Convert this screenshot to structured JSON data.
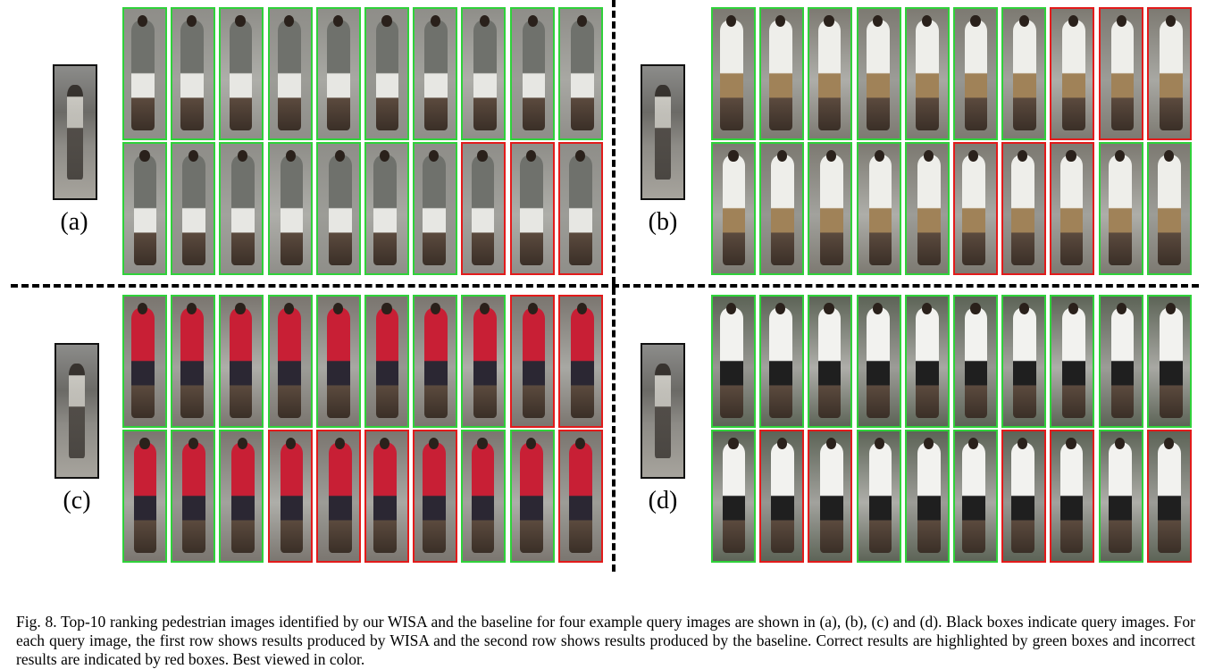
{
  "query_labels": [
    "(a)",
    "(b)",
    "(c)",
    "(d)"
  ],
  "panels": [
    {
      "label": "(a)",
      "rows": [
        [
          "correct",
          "correct",
          "correct",
          "correct",
          "correct",
          "correct",
          "correct",
          "correct",
          "correct",
          "correct"
        ],
        [
          "correct",
          "correct",
          "correct",
          "correct",
          "correct",
          "correct",
          "correct",
          "incorrect",
          "incorrect",
          "incorrect"
        ]
      ],
      "palette": {
        "bg": "#8f8e89",
        "clothes": "#6f716c",
        "lower": "#e7e7e3"
      }
    },
    {
      "label": "(b)",
      "rows": [
        [
          "correct",
          "correct",
          "correct",
          "correct",
          "correct",
          "correct",
          "correct",
          "incorrect",
          "incorrect",
          "incorrect"
        ],
        [
          "correct",
          "correct",
          "correct",
          "correct",
          "correct",
          "incorrect",
          "incorrect",
          "incorrect",
          "correct",
          "correct"
        ]
      ],
      "palette": {
        "bg": "#7d7a72",
        "clothes": "#eeeeea",
        "lower": "#a08258"
      }
    },
    {
      "label": "(c)",
      "rows": [
        [
          "correct",
          "correct",
          "correct",
          "correct",
          "correct",
          "correct",
          "correct",
          "correct",
          "incorrect",
          "incorrect"
        ],
        [
          "correct",
          "correct",
          "correct",
          "incorrect",
          "incorrect",
          "incorrect",
          "incorrect",
          "correct",
          "correct",
          "incorrect"
        ]
      ],
      "palette": {
        "bg": "#7b7670",
        "clothes": "#c81f35",
        "lower": "#2b2733"
      }
    },
    {
      "label": "(d)",
      "rows": [
        [
          "correct",
          "correct",
          "correct",
          "correct",
          "correct",
          "correct",
          "correct",
          "correct",
          "correct",
          "correct"
        ],
        [
          "correct",
          "incorrect",
          "incorrect",
          "correct",
          "correct",
          "correct",
          "incorrect",
          "incorrect",
          "correct",
          "incorrect"
        ]
      ],
      "palette": {
        "bg": "#5d6457",
        "clothes": "#f2f2ef",
        "lower": "#1f1f1f"
      }
    }
  ],
  "colors": {
    "correct_border": "#2fd13a",
    "incorrect_border": "#e21b1b",
    "query_border": "#111111"
  },
  "caption": "Fig. 8.   Top-10 ranking pedestrian images identified by our WISA and the baseline for four example query images are shown in (a), (b), (c) and (d). Black boxes indicate query images. For each query image, the first row shows results produced by WISA and the second row shows results produced by the baseline. Correct results are highlighted by green boxes and incorrect results are indicated by red boxes. Best viewed in color."
}
